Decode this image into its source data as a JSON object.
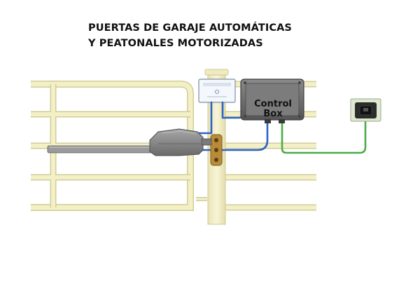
{
  "title": {
    "line1": "PUERTAS DE GARAJE AUTOMÁTICAS",
    "line2": "Y PEATONALES MOTORIZADAS"
  },
  "control_box": {
    "line1": "Control",
    "line2": "Box"
  },
  "colors": {
    "gate": "#f3f0c6",
    "gate_outline": "#d2cd9a",
    "blue_wire": "#2b63c8",
    "green_wire": "#4cac47",
    "control_box": "#6b6b6b",
    "actuator": "#8c8c8c",
    "bracket": "#b88b3a",
    "outlet_bg": "#dde8cf"
  },
  "icons": [
    "control-box-icon",
    "power-outlet-icon",
    "junction-box-icon",
    "gate-actuator-icon",
    "hinge-bracket-icon"
  ]
}
